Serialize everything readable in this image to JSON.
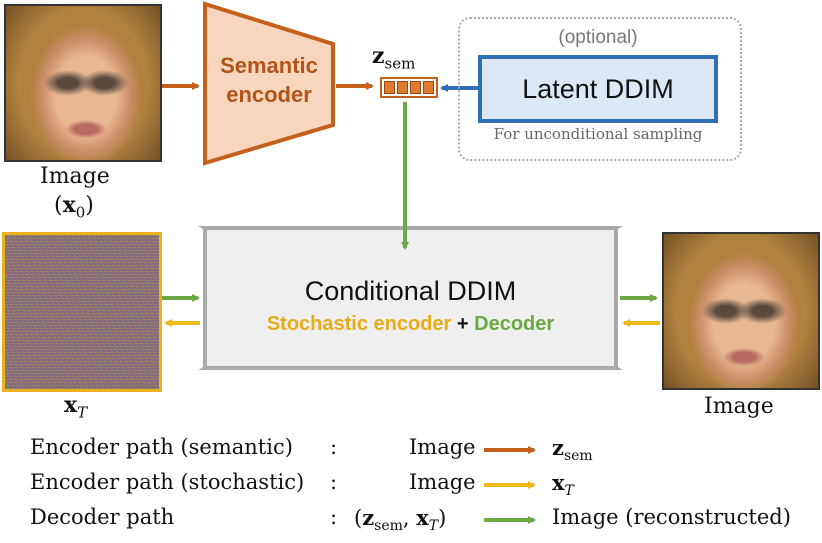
{
  "input_image": {
    "label": "Image",
    "symbol_base": "x",
    "symbol_sub": "0",
    "icon": "portrait-face-image"
  },
  "semantic_encoder": {
    "line1": "Semantic",
    "line2": "encoder",
    "fill": "#f7d6bd",
    "stroke": "#c5601b",
    "text_color": "#b0541a"
  },
  "z_sem": {
    "base": "z",
    "sub": "sem"
  },
  "optional": {
    "tag": "(optional)",
    "title": "Latent DDIM",
    "caption": "For unconditional sampling"
  },
  "noise_image": {
    "symbol_base": "x",
    "symbol_sub": "T",
    "icon": "gaussian-noise-image"
  },
  "conditional_ddim": {
    "title": "Conditional DDIM",
    "stochastic": "Stochastic encoder",
    "plus": "+",
    "decoder": "Decoder",
    "fill": "#efefef",
    "stroke": "#a9a9a9"
  },
  "output_image": {
    "label": "Image",
    "icon": "portrait-face-image"
  },
  "legend": {
    "rows": [
      {
        "path": "Encoder path (semantic)",
        "colon": ":",
        "from": "Image",
        "to_base": "z",
        "to_sub": "sem",
        "color": "#c5601b"
      },
      {
        "path": "Encoder path (stochastic)",
        "colon": ":",
        "from": "Image",
        "to_base": "x",
        "to_sub": "T",
        "color": "#f2b81a"
      },
      {
        "path": "Decoder path",
        "colon": ":",
        "from_z": "z",
        "from_z_sub": "sem",
        "from_x": "x",
        "from_x_sub": "T",
        "to": "Image (reconstructed)",
        "color": "#6aa944"
      }
    ]
  },
  "colors": {
    "semantic": "#c5601b",
    "stochastic": "#f2b81a",
    "decoder": "#6aa944",
    "latent": "#2f6fb4"
  }
}
